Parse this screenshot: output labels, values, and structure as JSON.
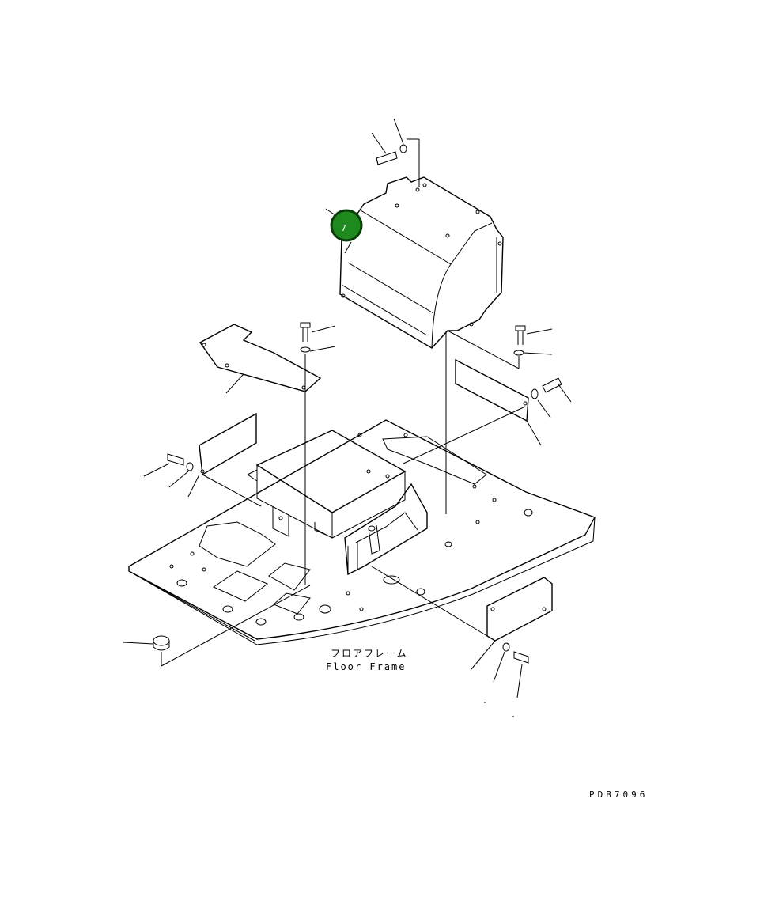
{
  "callout": {
    "number": "7",
    "fill": "#1e8a1e",
    "stroke": "#0b3d0b"
  },
  "labels": {
    "floor_frame_jp": "フロアフレーム",
    "floor_frame_en": "Floor Frame"
  },
  "drawing_code": "PDB7096"
}
